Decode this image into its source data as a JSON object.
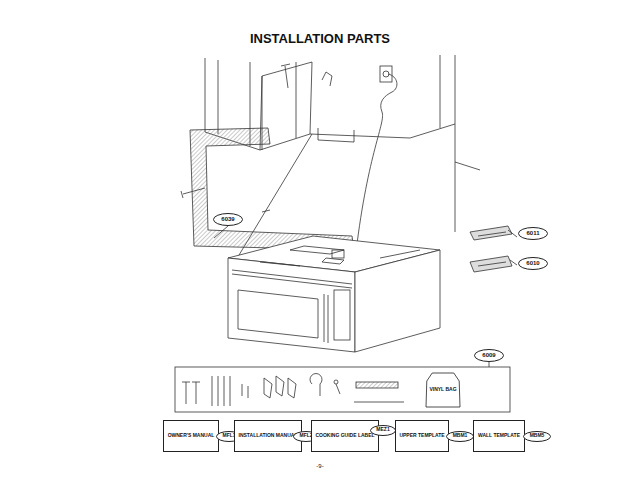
{
  "diagram": {
    "title": "INSTALLATION PARTS",
    "nodes": [
      {
        "text": [
          "6011"
        ]
      },
      {
        "text": [
          "6010"
        ]
      },
      {
        "text": [
          "6039"
        ]
      },
      {
        "text": [
          "6009"
        ]
      },
      {
        "text": [
          "VINYL BAG"
        ]
      },
      {
        "text": [
          "OWNER'S MANUAL"
        ]
      },
      {
        "text": [
          "MFL1"
        ]
      },
      {
        "text": [
          "INSTALLATION MANUAL"
        ]
      },
      {
        "text": [
          "MFL2"
        ]
      },
      {
        "text": [
          "COOKING GUIDE LABEL"
        ]
      },
      {
        "text": [
          "MEZ1"
        ]
      },
      {
        "text": [
          "UPPER TEMPLATE"
        ]
      },
      {
        "text": [
          "MBM1"
        ]
      },
      {
        "text": [
          "WALL TEMPLATE"
        ]
      },
      {
        "text": [
          "MBM5"
        ]
      }
    ],
    "edges": [
      {
        "from": 5,
        "to": 6,
        "arrow": "none"
      },
      {
        "from": 7,
        "to": 8,
        "arrow": "none"
      },
      {
        "from": 9,
        "to": 10,
        "arrow": "none"
      },
      {
        "from": 11,
        "to": 12,
        "arrow": "none"
      },
      {
        "from": 13,
        "to": 14,
        "arrow": "none"
      }
    ],
    "labels": [
      "-9-"
    ]
  }
}
